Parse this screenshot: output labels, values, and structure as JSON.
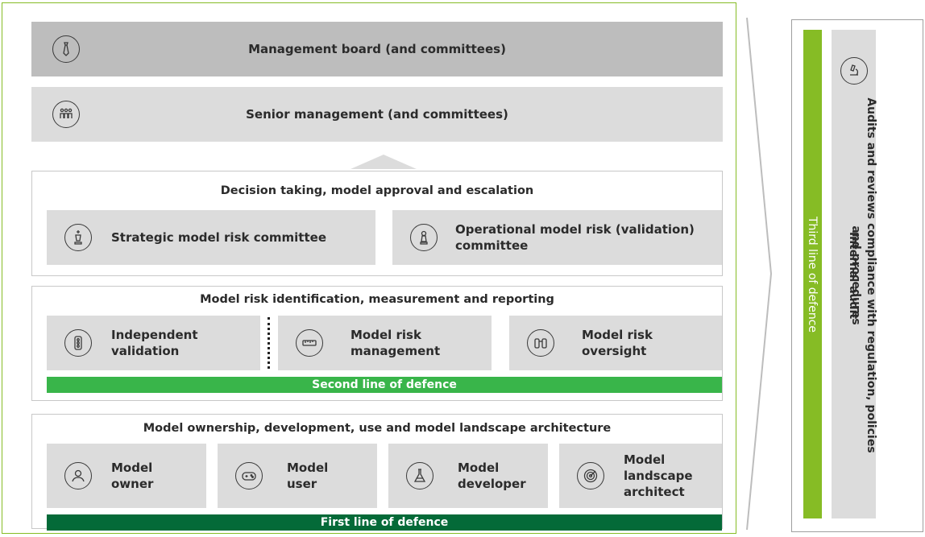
{
  "management_board": {
    "label": "Management board (and committees)",
    "icon": "tie-icon"
  },
  "senior_management": {
    "label": "Senior management (and committees)",
    "icon": "team-icon"
  },
  "decision_panel": {
    "title": "Decision taking, model approval and escalation",
    "items": [
      {
        "label": "Strategic model risk committee",
        "icon": "chess-king-icon"
      },
      {
        "label": "Operational model risk (validation) committee",
        "icon": "chess-pawn-icon"
      }
    ]
  },
  "risk_panel": {
    "title": "Model risk identification, measurement and reporting",
    "items": [
      {
        "label": "Independent validation",
        "icon": "traffic-light-icon"
      },
      {
        "label": "Model risk management",
        "icon": "ruler-icon"
      },
      {
        "label": "Model risk oversight",
        "icon": "binoculars-icon"
      }
    ],
    "line_of_defence": "Second line of defence"
  },
  "ownership_panel": {
    "title": "Model ownership, development, use and model landscape architecture",
    "items": [
      {
        "label": "Model owner",
        "icon": "person-icon"
      },
      {
        "label": "Model user",
        "icon": "gamepad-icon"
      },
      {
        "label": "Model developer",
        "icon": "flask-icon"
      },
      {
        "label": "Model landscape architect",
        "icon": "radar-icon"
      }
    ],
    "line_of_defence": "First line of defence"
  },
  "third_line": {
    "label": "Third line of defence"
  },
  "internal_audit": {
    "label": "Internal audit",
    "icon": "microscope-icon"
  },
  "audit_description": {
    "line1": "Audits and reviews compliance with regulation, policies",
    "line2": "and procedures"
  },
  "colors": {
    "light_green": "#86bc25",
    "mid_green": "#39b54a",
    "dark_green": "#046a38",
    "dark_gray": "#bdbdbd",
    "light_gray": "#dcdcdc"
  }
}
